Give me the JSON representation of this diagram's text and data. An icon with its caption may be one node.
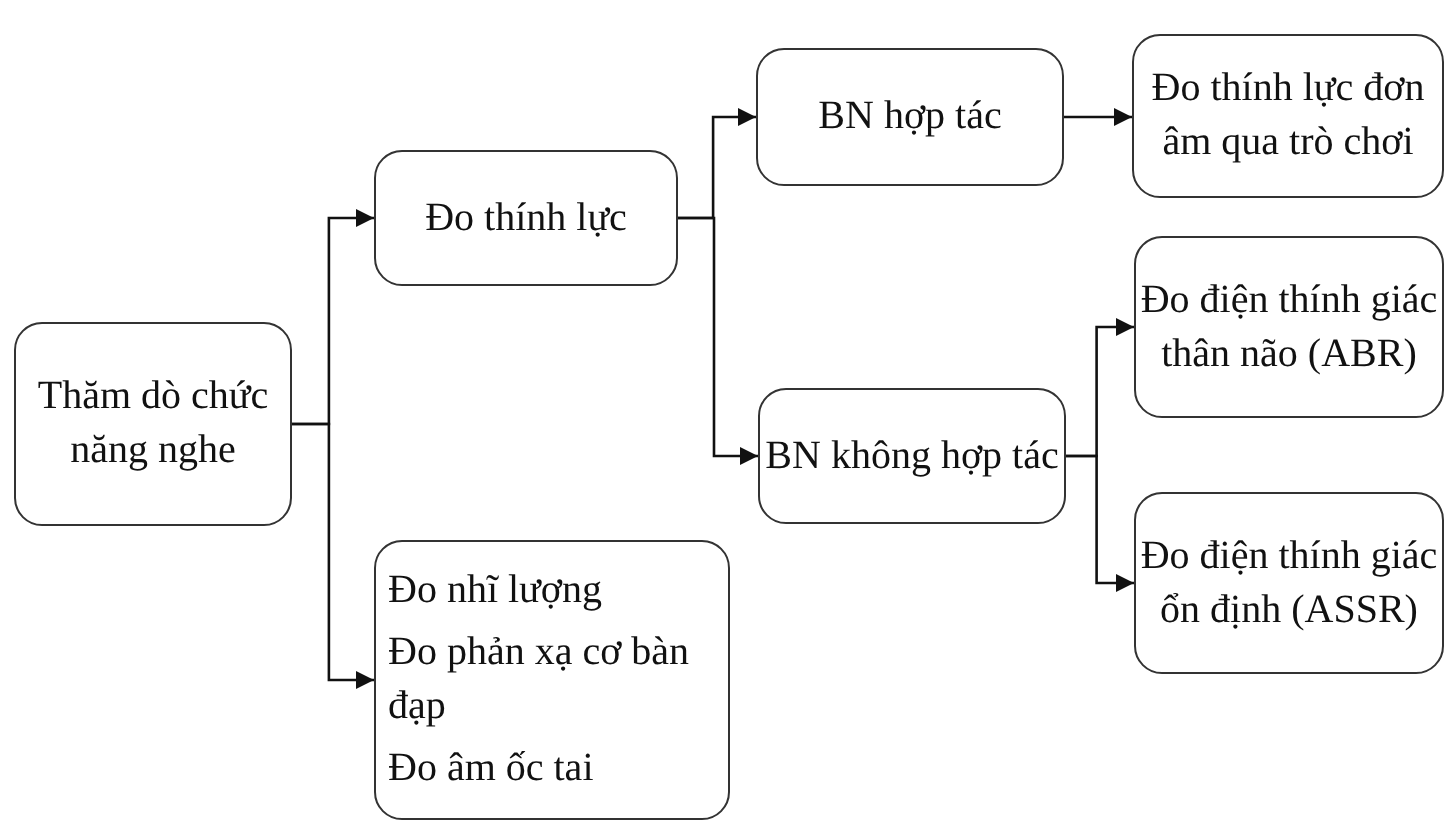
{
  "diagram": {
    "nodes": [
      {
        "text": [
          "Thăm dò chức năng nghe"
        ]
      },
      {
        "text": [
          "Đo thính lực"
        ]
      },
      {
        "text": [
          "Đo nhĩ lượng",
          "Đo phản xạ cơ bàn đạp",
          "Đo âm ốc tai"
        ]
      },
      {
        "text": [
          "BN hợp tác"
        ]
      },
      {
        "text": [
          "BN không hợp tác"
        ]
      },
      {
        "text": [
          "Đo thính lực đơn âm qua trò chơi"
        ]
      },
      {
        "text": [
          "Đo điện thính giác thân não (ABR)"
        ]
      },
      {
        "text": [
          "Đo điện thính giác ổn định (ASSR)"
        ]
      }
    ],
    "edges": [
      {
        "from": 0,
        "to": 1,
        "arrow": "to"
      },
      {
        "from": 0,
        "to": 2,
        "arrow": "to"
      },
      {
        "from": 1,
        "to": 3,
        "arrow": "to"
      },
      {
        "from": 1,
        "to": 4,
        "arrow": "to"
      },
      {
        "from": 3,
        "to": 5,
        "arrow": "to"
      },
      {
        "from": 4,
        "to": 6,
        "arrow": "to"
      },
      {
        "from": 4,
        "to": 7,
        "arrow": "to"
      }
    ]
  }
}
